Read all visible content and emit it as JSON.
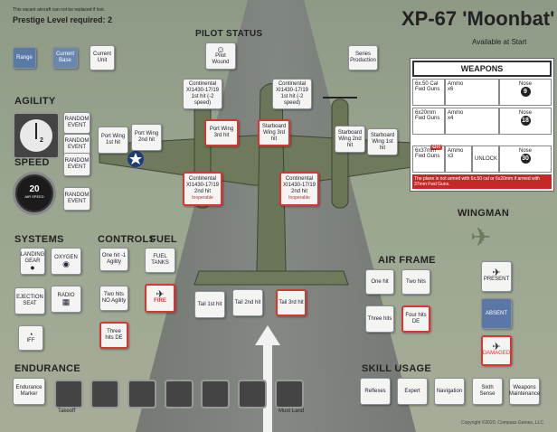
{
  "header": {
    "note": "This vacant aircraft can not be replaced if lost.",
    "prestige": "Prestige Level required: 2",
    "title": "XP-67 'Moonbat'",
    "available": "Available at Start"
  },
  "top_tiles": {
    "range": "Range",
    "current_base": "Current Base",
    "current_unit": "Current Unit",
    "series_production": "Series Production"
  },
  "pilot_status": {
    "label": "PILOT STATUS",
    "wound": "Pilot Wound"
  },
  "agility": {
    "label": "AGILITY",
    "value": "2",
    "event1": "RANDOM EVENT",
    "event2": "RANDOM EVENT"
  },
  "speed": {
    "label": "SPEED",
    "value": "20",
    "unit": "AIR SPEED",
    "event": "RANDOM EVENT"
  },
  "aircraft_tiles": {
    "port_wing_1": "Port Wing 1st hit",
    "port_wing_2": "Port Wing 2nd hit",
    "port_wing_3": "Port Wing 3rd hit",
    "stbd_wing_1": "Starboard Wing 1st hit",
    "stbd_wing_2": "Starboard Wing 2nd hit",
    "stbd_wing_3": "Starboard Wing 3rd hit",
    "engine_port_top": "Continental XI1430-17/19 1st hit (-2 speed)",
    "engine_stbd_top": "Continental XI1430-17/19 1st hit (-2 speed)",
    "engine_port_bot": "Continental XI1430-17/19 2nd hit",
    "engine_port_bot_sub": "Inoperable",
    "engine_stbd_bot": "Continental XI1430-17/19 2nd hit",
    "engine_stbd_bot_sub": "Inoperable",
    "tail_1": "Tail 1st hit",
    "tail_2": "Tail 2nd hit",
    "tail_3": "Tail 3rd hit"
  },
  "weapons": {
    "title": "WEAPONS",
    "rows": [
      {
        "gun": "6x.50 Cal Fwd Guns",
        "ammo": "Ammo",
        "ammo_val": "x6",
        "nose": "Nose",
        "nose_val": "9"
      },
      {
        "gun": "6x20mm Fwd Guns",
        "ammo": "Ammo",
        "ammo_val": "x4",
        "nose": "Nose",
        "nose_val": "18"
      },
      {
        "gun": "6x37mm Fwd Guns",
        "ammo": "Ammo",
        "ammo_val": "x3",
        "unlock": "UNLOCK",
        "nose": "Nose",
        "nose_val": "30"
      }
    ],
    "or": "OR",
    "warning": "The plane is not armed with 6x.50 cal or 6x20mm if armed with 37mm Fwd Guns."
  },
  "wingman": {
    "label": "WINGMAN",
    "present": "PRESENT",
    "absent": "ABSENT",
    "damaged": "DAMAGED"
  },
  "systems": {
    "label": "SYSTEMS",
    "landing_gear": "LANDING GEAR",
    "oxygen": "OXYGEN",
    "ejection_seat": "EJECTION SEAT",
    "radio": "RADIO",
    "iff": "IFF"
  },
  "controls": {
    "label": "CONTROLS",
    "c1": "One hit -1 Agility",
    "c2": "Two hits NO Agility",
    "c3": "Three hits DE"
  },
  "fuel": {
    "label": "FUEL",
    "tanks": "FUEL TANKS",
    "fire": "FIRE"
  },
  "airframe": {
    "label": "AIR FRAME",
    "one": "One hit",
    "two": "Two hits",
    "three": "Three hits",
    "four": "Four hits DE"
  },
  "endurance": {
    "label": "ENDURANCE",
    "marker": "Endurance Marker",
    "takeoff": "Takeoff",
    "must_land": "Must Land"
  },
  "skill": {
    "label": "SKILL USAGE",
    "items": [
      "Reflexes",
      "Expert",
      "Navigation",
      "Sixth Sense",
      "Weapons Maintenance"
    ]
  },
  "copyright": "Copyright ©2020, Compass Games, LLC",
  "colors": {
    "hit_red": "#d33333",
    "plane": "#6f7a5c",
    "tile_border": "#8a8f98"
  }
}
